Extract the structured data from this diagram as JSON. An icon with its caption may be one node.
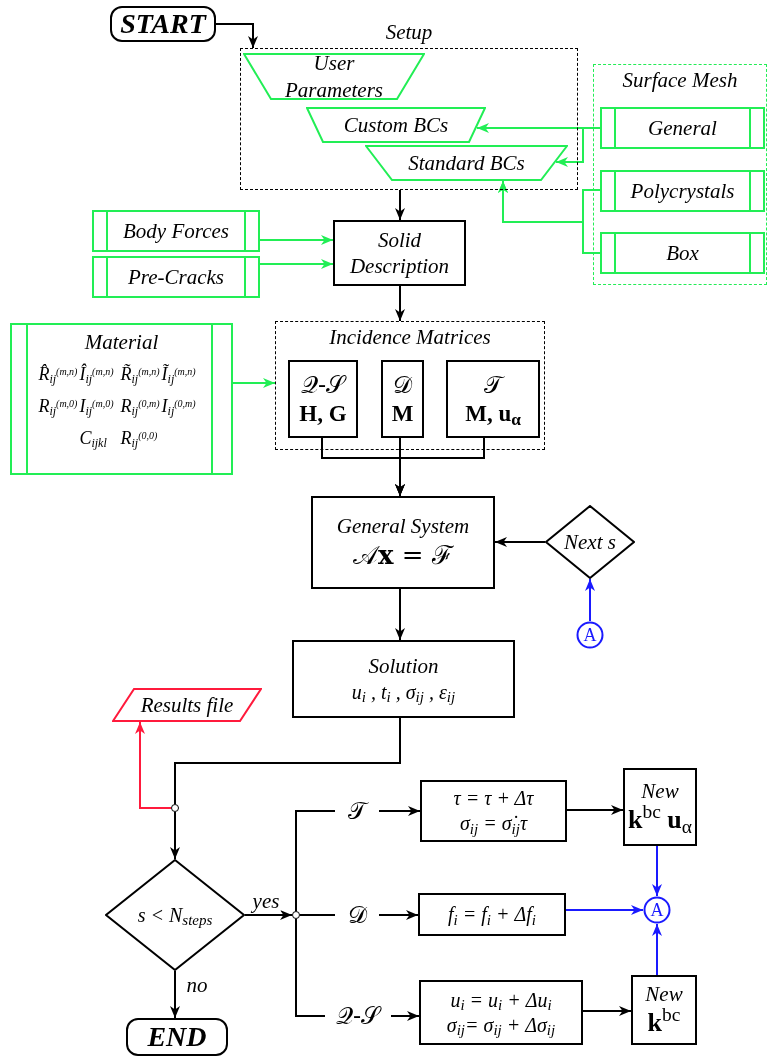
{
  "diagram": {
    "nodes": [
      {
        "text": [
          "START"
        ]
      },
      {
        "text": [
          "Setup"
        ]
      },
      {
        "text": [
          "User Parameters"
        ],
        "in": 1
      },
      {
        "text": [
          "Custom BCs"
        ],
        "in": 1
      },
      {
        "text": [
          "Standard BCs"
        ],
        "in": 1
      },
      {
        "text": [
          "Surface Mesh"
        ]
      },
      {
        "text": [
          "General"
        ],
        "in": 5
      },
      {
        "text": [
          "Polycrystals"
        ],
        "in": 5
      },
      {
        "text": [
          "Box"
        ],
        "in": 5
      },
      {
        "text": [
          "Body Forces"
        ]
      },
      {
        "text": [
          "Pre-Cracks"
        ]
      },
      {
        "text": [
          "Solid Description"
        ]
      },
      {
        "text": [
          "Material",
          "R̂$_{ij}$$^{(m,n)}$",
          "Î$_{ij}$$^{(m,n)}$",
          "R̃$_{ij}$$^{(m,n)}$",
          "Ĩ$_{ij}$$^{(m,n)}$",
          "R$_{ij}$$^{(m,0)}$",
          "I$_{ij}$$^{(m,0)}$",
          "R$_{ij}$$^{(0,m)}$",
          "I$_{ij}$$^{(0,m)}$",
          "C$_{ijkl}$",
          "R$_{ij}$$^{(0,0)}$"
        ]
      },
      {
        "text": [
          "Incidence Matrices"
        ]
      },
      {
        "text": [
          "𝒬-𝒮",
          "H, G"
        ],
        "in": 13
      },
      {
        "text": [
          "𝒟",
          "M"
        ],
        "in": 13
      },
      {
        "text": [
          "𝒯",
          "**M, u**$_{α}$"
        ],
        "in": 13
      },
      {
        "text": [
          "General System",
          "𝒜**x** = ℱ"
        ]
      },
      {
        "text": [
          "Next s"
        ]
      },
      {
        "text": [
          "A"
        ]
      },
      {
        "text": [
          "Solution",
          "u$_{i}$ , t$_{i}$ , σ$_{ij}$ , ε$_{ij}$"
        ]
      },
      {
        "text": [
          "Results file"
        ]
      },
      {
        "text": [],
        "shape": "circle"
      },
      {
        "text": [
          "s < N$_{steps}$"
        ]
      },
      {
        "text": [
          "END"
        ]
      },
      {
        "text": [],
        "shape": "circle"
      },
      {
        "text": [
          "𝒯"
        ]
      },
      {
        "text": [
          "𝒟"
        ]
      },
      {
        "text": [
          "𝒬-𝒮"
        ]
      },
      {
        "text": [
          "τ = τ + Δτ",
          "σ$_{ij}$ = σ̇$_{ij}$τ"
        ]
      },
      {
        "text": [
          "f$_{i}$ = f$_{i}$ + Δf$_{i}$"
        ]
      },
      {
        "text": [
          "u$_{i}$ = u$_{i}$ + Δu$_{i}$",
          "σ$_{ij}$= σ$_{ij}$ + Δσ$_{ij}$"
        ]
      },
      {
        "text": [
          "New",
          "**k**$^{bc}$ **u**$_{α}$"
        ]
      },
      {
        "text": [
          "New",
          "**k**$^{bc}$"
        ]
      },
      {
        "text": [
          "A"
        ]
      }
    ],
    "edges": [
      {
        "from": 0,
        "to": 1,
        "arrow": "to"
      },
      {
        "from": 6,
        "to": 3,
        "arrow": "to",
        "color": "#22ee55"
      },
      {
        "from": 6,
        "to": 4,
        "arrow": "to",
        "color": "#22ee55"
      },
      {
        "from": 7,
        "to": 4,
        "arrow": "to",
        "color": "#22ee55"
      },
      {
        "from": 8,
        "to": 4,
        "arrow": "to",
        "color": "#22ee55"
      },
      {
        "from": 1,
        "to": 11,
        "arrow": "to"
      },
      {
        "from": 9,
        "to": 11,
        "arrow": "to",
        "color": "#22ee55"
      },
      {
        "from": 10,
        "to": 11,
        "arrow": "to",
        "color": "#22ee55"
      },
      {
        "from": 11,
        "to": 13,
        "arrow": "to"
      },
      {
        "from": 12,
        "to": 13,
        "arrow": "to",
        "color": "#22ee55"
      },
      {
        "from": 14,
        "to": 17,
        "arrow": "to"
      },
      {
        "from": 15,
        "to": 17,
        "arrow": "to"
      },
      {
        "from": 16,
        "to": 17,
        "arrow": "to"
      },
      {
        "from": 18,
        "to": 17,
        "arrow": "to"
      },
      {
        "from": 19,
        "to": 18,
        "arrow": "to",
        "color": "#1a1aff"
      },
      {
        "from": 17,
        "to": 20,
        "arrow": "to"
      },
      {
        "from": 20,
        "to": 22,
        "arrow": "none"
      },
      {
        "from": 22,
        "to": 21,
        "arrow": "to",
        "color": "#ff1a3c"
      },
      {
        "from": 22,
        "to": 23,
        "arrow": "to"
      },
      {
        "from": 23,
        "to": 24,
        "arrow": "to",
        "label": "no"
      },
      {
        "from": 23,
        "to": 25,
        "arrow": "to",
        "label": "yes"
      },
      {
        "from": 25,
        "to": 26,
        "arrow": "none"
      },
      {
        "from": 25,
        "to": 27,
        "arrow": "none"
      },
      {
        "from": 25,
        "to": 28,
        "arrow": "none"
      },
      {
        "from": 26,
        "to": 29,
        "arrow": "to"
      },
      {
        "from": 27,
        "to": 30,
        "arrow": "to"
      },
      {
        "from": 28,
        "to": 31,
        "arrow": "to"
      },
      {
        "from": 29,
        "to": 32,
        "arrow": "to"
      },
      {
        "from": 31,
        "to": 33,
        "arrow": "to"
      },
      {
        "from": 32,
        "to": 34,
        "arrow": "to",
        "color": "#1a1aff"
      },
      {
        "from": 30,
        "to": 34,
        "arrow": "to",
        "color": "#1a1aff"
      },
      {
        "from": 33,
        "to": 34,
        "arrow": "to",
        "color": "#1a1aff"
      }
    ]
  }
}
